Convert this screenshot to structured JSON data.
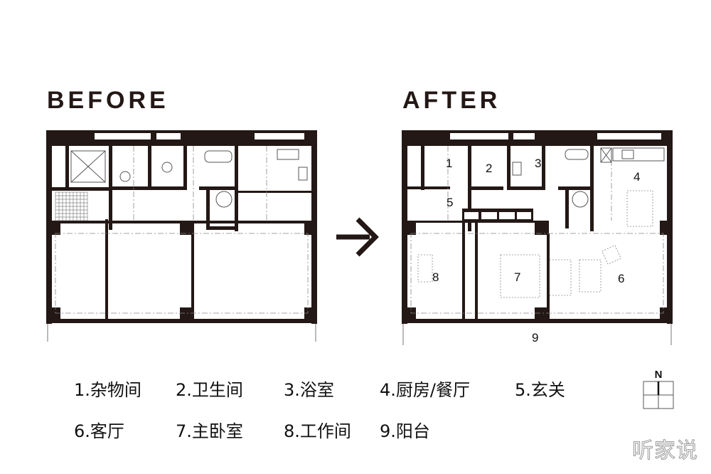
{
  "before": {
    "title": "BEFORE"
  },
  "after": {
    "title": "AFTER",
    "room_labels": [
      "1",
      "2",
      "3",
      "4",
      "5",
      "6",
      "7",
      "8",
      "9"
    ]
  },
  "arrow": {
    "icon": "arrow-right-icon"
  },
  "legend": {
    "items": [
      {
        "num": "1",
        "label": "1.杂物间"
      },
      {
        "num": "2",
        "label": "2.卫生间"
      },
      {
        "num": "3",
        "label": "3.浴室"
      },
      {
        "num": "4",
        "label": "4.厨房/餐厅"
      },
      {
        "num": "5",
        "label": "5.玄关"
      },
      {
        "num": "6",
        "label": "6.客厅"
      },
      {
        "num": "7",
        "label": "7.主卧室"
      },
      {
        "num": "8",
        "label": "8.工作间"
      },
      {
        "num": "9",
        "label": "9.阳台"
      }
    ]
  },
  "compass": {
    "label": "N"
  },
  "watermark": {
    "text": "听家说"
  },
  "colors": {
    "wall": "#231815",
    "line": "#888888"
  }
}
